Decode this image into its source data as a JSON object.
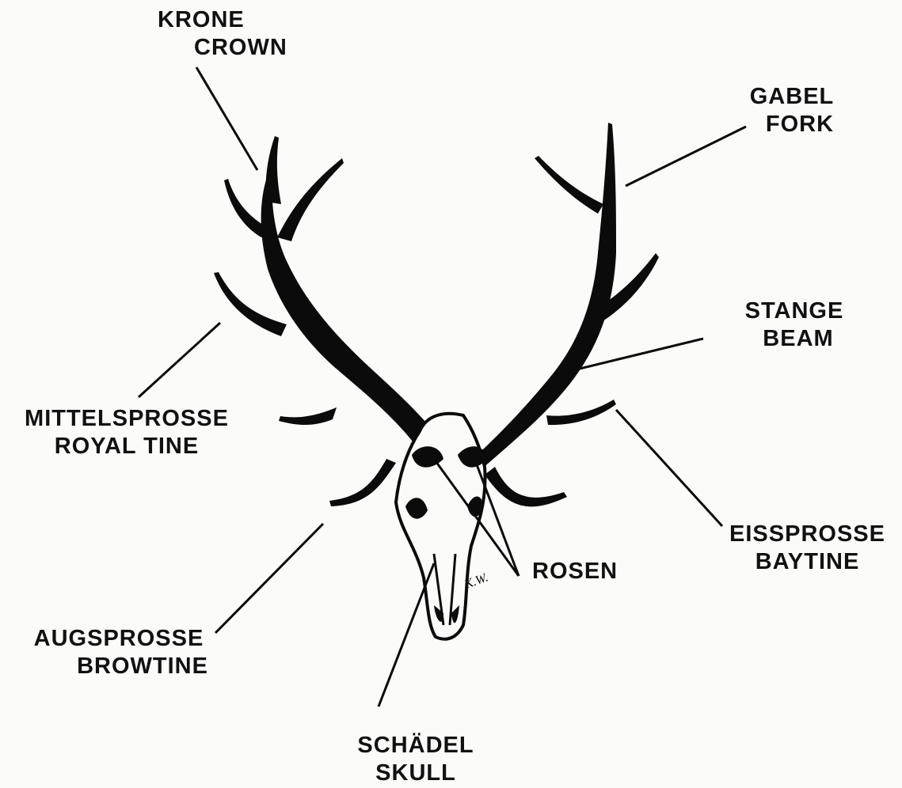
{
  "labels": {
    "crown": {
      "de": "KRONE",
      "en": "CROWN"
    },
    "fork": {
      "de": "GABEL",
      "en": "FORK"
    },
    "beam": {
      "de": "STANGE",
      "en": "BEAM"
    },
    "royal": {
      "de": "MITTELSPROSSE",
      "en": "ROYAL TINE"
    },
    "bay": {
      "de": "EISSPROSSE",
      "en": "BAYTINE"
    },
    "rosen": {
      "de": "ROSEN"
    },
    "brow": {
      "de": "AUGSPROSSE",
      "en": "BROWTINE"
    },
    "skull": {
      "de": "SCHÄDEL",
      "en": "SKULL"
    }
  },
  "signature": "K.W.",
  "colors": {
    "ink": "#0b0b0b",
    "paper": "#fbfbfa",
    "highlight": "#ffffff"
  }
}
